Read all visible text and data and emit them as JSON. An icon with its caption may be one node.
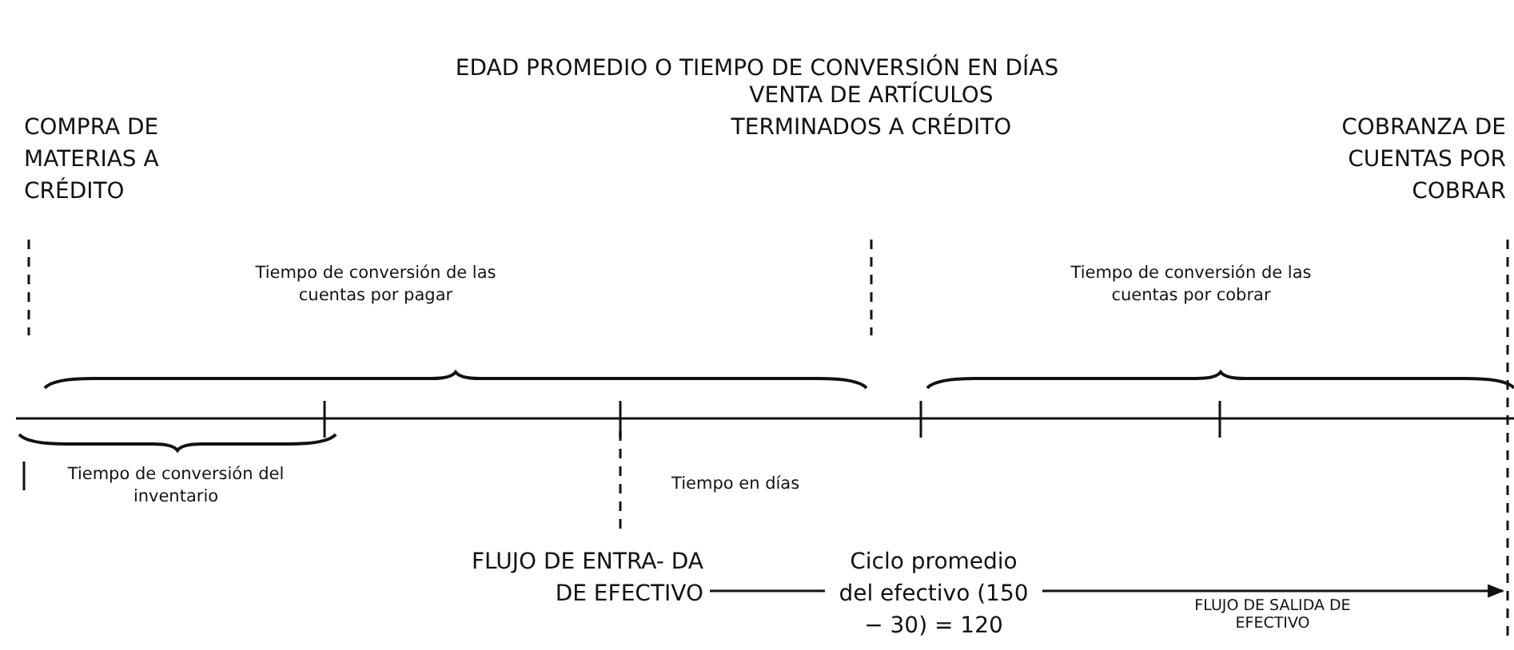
{
  "diagram": {
    "title": "EDAD PROMEDIO O TIEMPO DE CONVERSIÓN EN DÍAS",
    "nodes": [
      {
        "text": [
          "FLUJO DE ENTRA- DA DE EFECTIVO"
        ]
      },
      {
        "text": [
          "Ciclo promedio del efectivo (150 − 30) = 120"
        ]
      }
    ],
    "edges": [
      {
        "from": 0,
        "to": 1,
        "arrow": "none"
      },
      {
        "from": 1,
        "to": null,
        "arrow": "to",
        "label": "FLUJO DE SALIDA DE EFECTIVO"
      }
    ],
    "labels": [
      "COMPRA DE MATERIAS A CRÉDITO",
      "VENTA DE ARTÍCULOS TERMINADOS A CRÉDITO",
      "COBRANZA DE CUENTAS POR COBRAR",
      "Tiempo de conversión de las cuentas por pagar",
      "Tiempo de conversión de las cuentas por cobrar",
      "Tiempo de conversión del inventario",
      "Tiempo en días"
    ]
  }
}
